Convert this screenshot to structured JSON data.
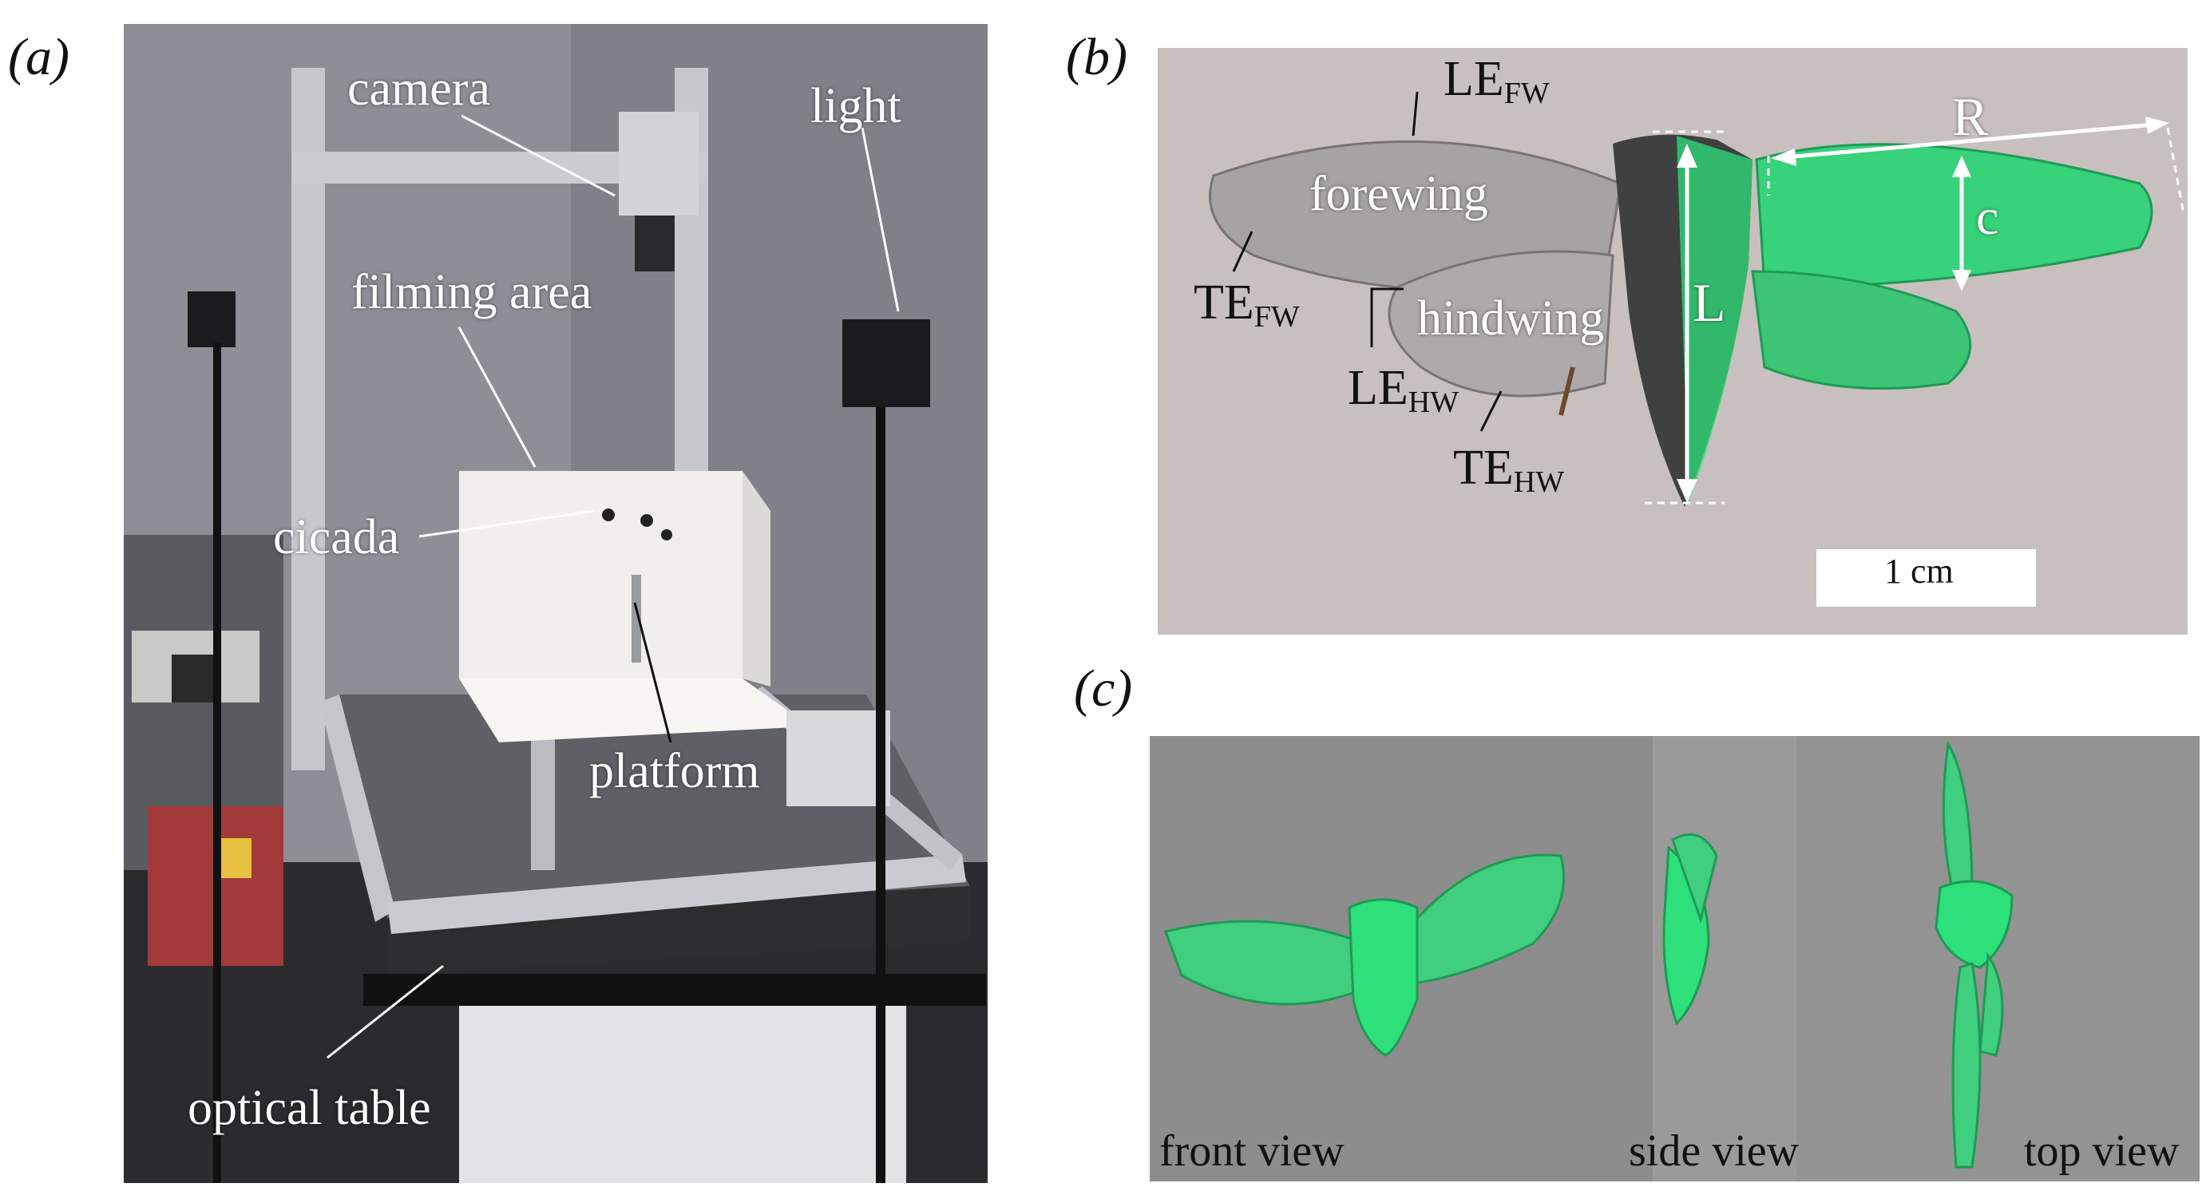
{
  "panels": {
    "a": {
      "label": "(a)",
      "callouts": {
        "camera": "camera",
        "light": "light",
        "filming_area": "filming area",
        "cicada": "cicada",
        "platform": "platform",
        "optical_table": "optical table"
      }
    },
    "b": {
      "label": "(b)",
      "callouts": {
        "le_fw": "LE",
        "le_fw_sub": "FW",
        "forewing": "forewing",
        "te_fw": "TE",
        "te_fw_sub": "FW",
        "hindwing": "hindwing",
        "le_hw": "LE",
        "le_hw_sub": "HW",
        "te_hw": "TE",
        "te_hw_sub": "HW",
        "body_length": "L",
        "span": "R",
        "chord": "c"
      },
      "scale_bar": "1 cm"
    },
    "c": {
      "label": "(c)",
      "views": {
        "front": "front view",
        "side": "side view",
        "top": "top view"
      }
    }
  },
  "colors": {
    "mesh_green": "#2ee07a",
    "wall_gray": "#8f9097",
    "frame_silver": "#c9ccd0"
  }
}
